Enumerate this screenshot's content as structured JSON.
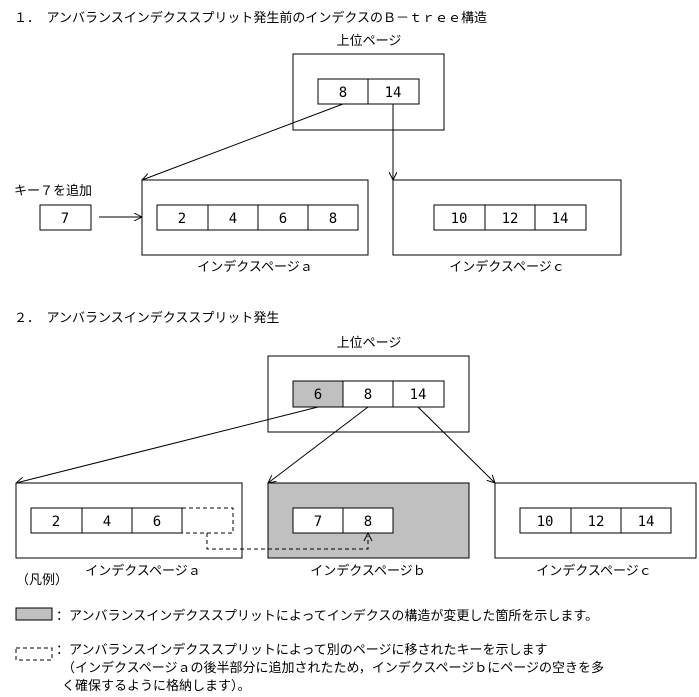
{
  "section1": {
    "title": "１．　アンバランスインデクススプリット発生前のインデクスのＢ－ｔｒｅｅ構造",
    "upper_page_label": "上位ページ",
    "upper_keys": [
      "8",
      "14"
    ],
    "add_key_label": "キー７を追加",
    "new_key": "7",
    "page_a_keys": [
      "2",
      "4",
      "6",
      "8"
    ],
    "page_a_label": "インデクスページａ",
    "page_c_keys": [
      "10",
      "12",
      "14"
    ],
    "page_c_label": "インデクスページｃ"
  },
  "section2": {
    "title": "２．　アンバランスインデクススプリット発生",
    "upper_page_label": "上位ページ",
    "upper_keys": [
      "6",
      "8",
      "14"
    ],
    "page_a_keys": [
      "2",
      "4",
      "6"
    ],
    "page_a_label": "インデクスページａ",
    "page_b_keys": [
      "7",
      "8"
    ],
    "page_b_label": "インデクスページｂ",
    "page_c_keys": [
      "10",
      "12",
      "14"
    ],
    "page_c_label": "インデクスページｃ"
  },
  "legend": {
    "title": "（凡例）",
    "gray_text": "：アンバランスインデクススプリットによってインデクスの構造が変更した箇所を示します。",
    "dashed_line1": "：アンバランスインデクススプリットによって別のページに移されたキーを示します",
    "dashed_line2": "（インデクスページａの後半部分に追加されたため，インデクスページｂにページの空きを多",
    "dashed_line3": "く確保するように格納します）。",
    "colors": {
      "changed": "#c0c0c0",
      "line": "#000000"
    }
  }
}
